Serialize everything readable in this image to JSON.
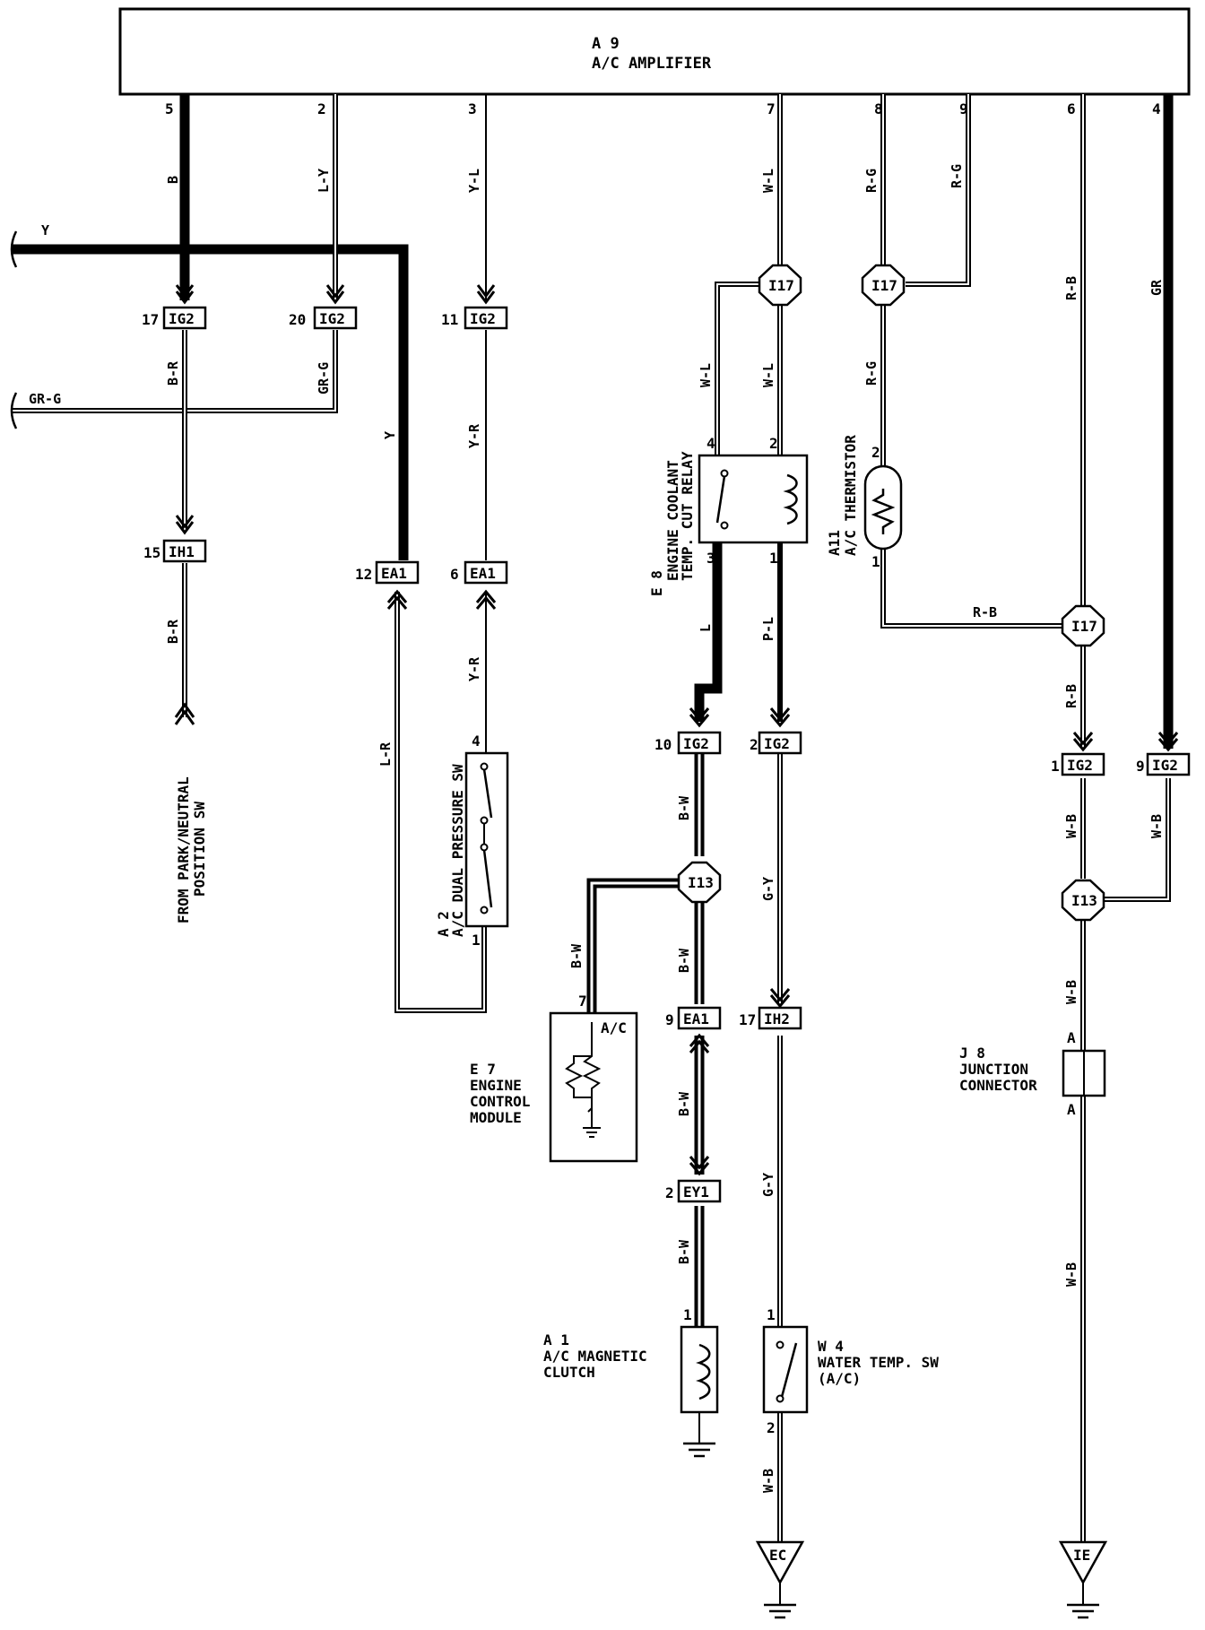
{
  "amplifier": {
    "id": "A 9",
    "name": "A/C AMPLIFIER",
    "pins": [
      "5",
      "2",
      "3",
      "7",
      "8",
      "9",
      "6",
      "4"
    ]
  },
  "wire_colors": {
    "pin5": "B",
    "pin2": "L-Y",
    "pin3": "Y-L",
    "pin7": "W-L",
    "pin8": "R-G",
    "pin9": "R-G",
    "pin6": "R-B",
    "pin4": "GR",
    "y_bus": "Y",
    "gr_g": "GR-G",
    "b_r_1": "B-R",
    "b_r_2": "B-R",
    "gr_g_v": "GR-G",
    "y_v": "Y",
    "y_r_1": "Y-R",
    "y_r_2": "Y-R",
    "l_r": "L-R",
    "w_l_relay": "W-L",
    "w_l_main": "W-L",
    "r_g_therm": "R-G",
    "r_b_h": "R-B",
    "r_b_v": "R-B",
    "l_relay": "L",
    "p_l": "P-L",
    "b_w_1": "B-W",
    "b_w_2": "B-W",
    "b_w_3": "B-W",
    "b_w_4": "B-W",
    "b_w_ecm": "B-W",
    "g_y_1": "G-Y",
    "g_y_2": "G-Y",
    "w_b_1": "W-B",
    "w_b_2": "W-B",
    "w_b_3": "W-B",
    "w_b_4": "W-B",
    "w_b_sw": "W-B"
  },
  "connectors": {
    "ig2_17": {
      "pin": "17",
      "code": "IG2"
    },
    "ig2_20": {
      "pin": "20",
      "code": "IG2"
    },
    "ig2_11": {
      "pin": "11",
      "code": "IG2"
    },
    "ih1_15": {
      "pin": "15",
      "code": "IH1"
    },
    "ea1_12": {
      "pin": "12",
      "code": "EA1"
    },
    "ea1_6": {
      "pin": "6",
      "code": "EA1"
    },
    "ig2_10": {
      "pin": "10",
      "code": "IG2"
    },
    "ig2_2": {
      "pin": "2",
      "code": "IG2"
    },
    "ig2_1": {
      "pin": "1",
      "code": "IG2"
    },
    "ig2_9": {
      "pin": "9",
      "code": "IG2"
    },
    "ea1_9": {
      "pin": "9",
      "code": "EA1"
    },
    "ih2_17": {
      "pin": "17",
      "code": "IH2"
    },
    "ey1_2": {
      "pin": "2",
      "code": "EY1"
    }
  },
  "junctions": {
    "i17_a": "I17",
    "i17_b": "I17",
    "i17_c": "I17",
    "i13_a": "I13",
    "i13_b": "I13"
  },
  "components": {
    "relay": {
      "id": "E 8",
      "name1": "ENGINE COOLANT",
      "name2": "TEMP. CUT RELAY",
      "pins": [
        "4",
        "2",
        "3",
        "1"
      ]
    },
    "thermistor": {
      "id": "A11",
      "name": "A/C THERMISTOR",
      "pins": [
        "2",
        "1"
      ]
    },
    "dual_sw": {
      "id": "A 2",
      "name": "A/C DUAL PRESSURE SW",
      "pins": [
        "4",
        "1"
      ]
    },
    "park": {
      "line1": "FROM PARK/NEUTRAL",
      "line2": "POSITION SW"
    },
    "ecm": {
      "id": "E 7",
      "name1": "ENGINE",
      "name2": "CONTROL",
      "name3": "MODULE",
      "pin": "7",
      "term": "A/C"
    },
    "clutch": {
      "id": "A 1",
      "name1": "A/C MAGNETIC",
      "name2": "CLUTCH",
      "pin": "1"
    },
    "water_sw": {
      "id": "W 4",
      "name1": "WATER TEMP. SW",
      "name2": "(A/C)",
      "pins": [
        "1",
        "2"
      ]
    },
    "junction_conn": {
      "id": "J 8",
      "name1": "JUNCTION",
      "name2": "CONNECTOR",
      "pin_top": "A",
      "pin_bot": "A"
    }
  },
  "grounds": {
    "ec": "EC",
    "ie": "IE"
  }
}
